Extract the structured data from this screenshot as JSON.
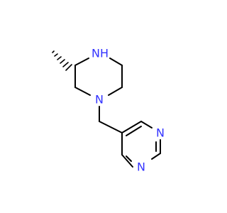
{
  "molecule": {
    "atoms": {
      "nh": {
        "label": "NH",
        "element": "N",
        "color": "#3333ff"
      },
      "n_piperazine": {
        "label": "N",
        "element": "N",
        "color": "#3333ff"
      },
      "n_pyrimidine_1": {
        "label": "N",
        "element": "N",
        "color": "#3333ff"
      },
      "n_pyrimidine_2": {
        "label": "N",
        "element": "N",
        "color": "#3333ff"
      }
    },
    "stereo": {
      "wedge": "hashed",
      "color": "#000000"
    },
    "bond_color": "#000000",
    "background": "#ffffff"
  }
}
